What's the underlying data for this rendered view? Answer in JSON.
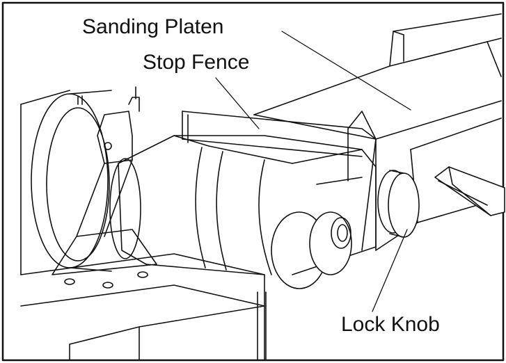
{
  "labels": {
    "sanding_platen": "Sanding Platen",
    "stop_fence": "Stop Fence",
    "lock_knob": "Lock Knob"
  },
  "colors": {
    "line": "#111111",
    "background": "#ffffff",
    "shade": "#e6e6e6"
  }
}
